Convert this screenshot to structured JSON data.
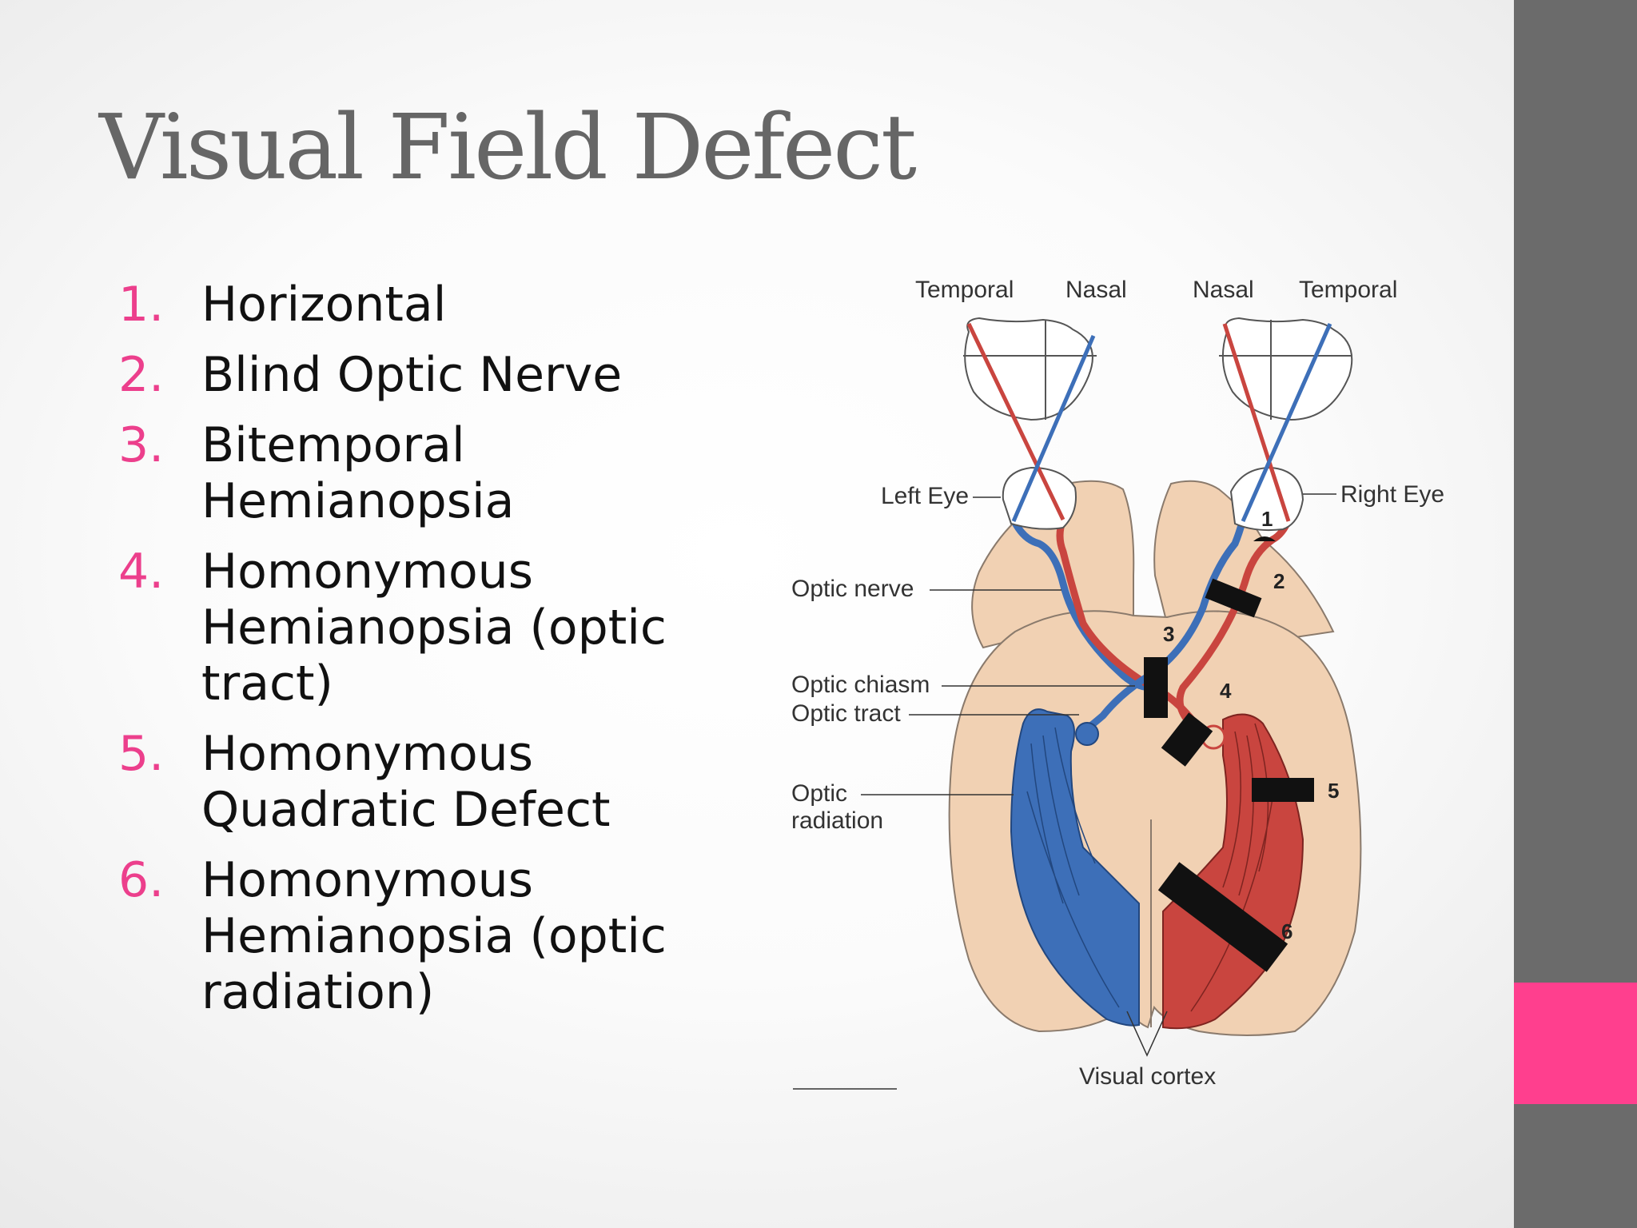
{
  "slide": {
    "title": "Visual Field Defect",
    "accent_color": "#ff3f8e",
    "sidebar_color": "#6b6b6b",
    "number_color": "#ec3f8c"
  },
  "list": [
    {
      "num": "1.",
      "lines": [
        "Horizontal"
      ]
    },
    {
      "num": "2.",
      "lines": [
        "Blind Optic Nerve"
      ]
    },
    {
      "num": "3.",
      "lines": [
        "Bitemporal",
        "Hemianopsia"
      ]
    },
    {
      "num": "4.",
      "lines": [
        "Homonymous",
        "Hemianopsia (optic",
        "tract)"
      ]
    },
    {
      "num": "5.",
      "lines": [
        "Homonymous",
        "Quadratic Defect"
      ]
    },
    {
      "num": "6.",
      "lines": [
        "Homonymous",
        "Hemianopsia (optic",
        "radiation)"
      ]
    }
  ],
  "diagram": {
    "labels": {
      "temporal_left": "Temporal",
      "nasal_left": "Nasal",
      "nasal_right": "Nasal",
      "temporal_right": "Temporal",
      "left_eye": "Left Eye",
      "right_eye": "Right Eye",
      "optic_nerve": "Optic nerve",
      "optic_chiasm": "Optic chiasm",
      "optic_tract": "Optic tract",
      "optic_radiation_1": "Optic",
      "optic_radiation_2": "radiation",
      "visual_cortex": "Visual cortex"
    },
    "lesions": [
      "1",
      "2",
      "3",
      "4",
      "5",
      "6"
    ],
    "colors": {
      "blue_pathway": "#3d6fb8",
      "red_pathway": "#c9453f",
      "brain": "#f1d1b3",
      "lesion": "#111111"
    }
  }
}
